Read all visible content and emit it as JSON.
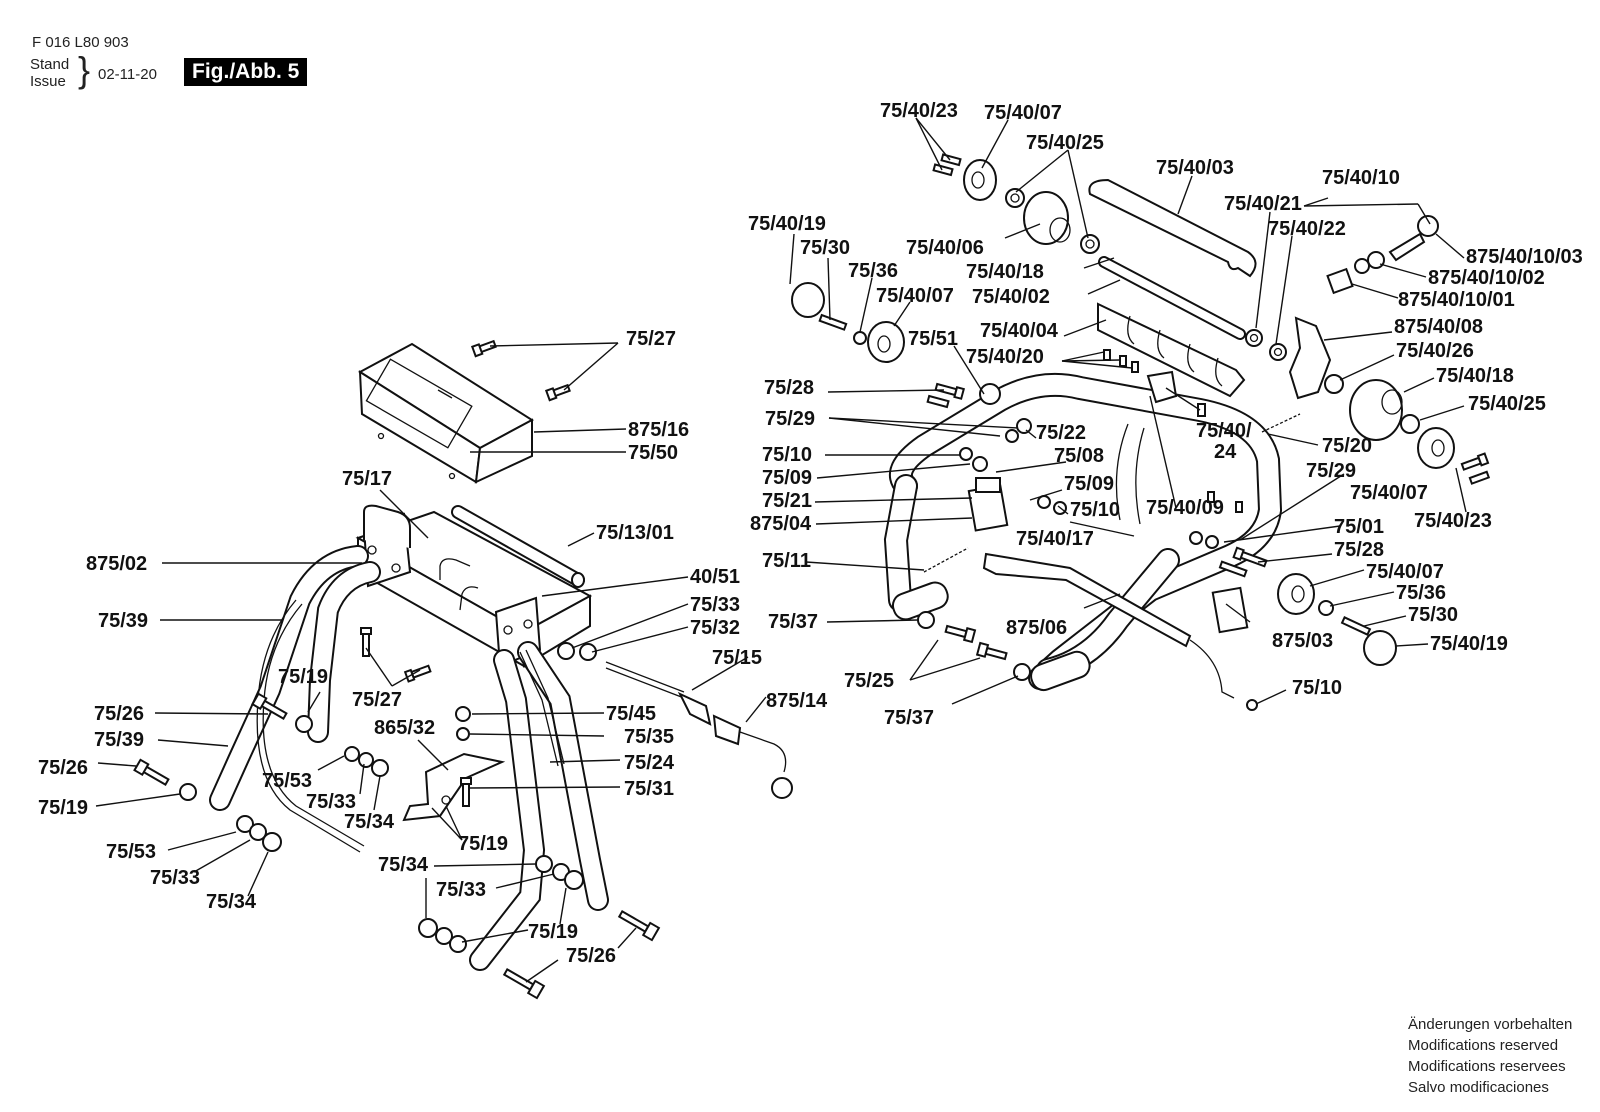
{
  "header": {
    "doc_number": "F 016 L80 903",
    "stand_label": "Stand",
    "issue_label": "Issue",
    "brace": "}",
    "date": "02-11-20",
    "figure": "Fig./Abb. 5"
  },
  "footer": {
    "notes": [
      "Änderungen vorbehalten",
      "Modifications reserved",
      "Modifications reservees",
      "Salvo modificaciones"
    ]
  },
  "labels": [
    "75/40/23",
    "75/40/07",
    "75/40/25",
    "75/40/03",
    "75/40/10",
    "75/40/19",
    "75/40/21",
    "75/40/22",
    "75/30",
    "75/40/06",
    "875/40/10/03",
    "75/36",
    "75/40/18",
    "875/40/10/02",
    "75/40/02",
    "875/40/10/01",
    "75/40/07",
    "75/27",
    "75/51",
    "75/40/04",
    "875/40/08",
    "75/40/20",
    "75/40/26",
    "75/28",
    "75/40/18",
    "875/16",
    "75/29",
    "75/22",
    "75/40/25",
    "75/50",
    "75/40/",
    "24",
    "75/10",
    "75/08",
    "75/20",
    "75/17",
    "75/09",
    "75/09",
    "75/29",
    "75/21",
    "75/40/07",
    "75/10",
    "75/40/09",
    "875/04",
    "75/40/23",
    "75/13/01",
    "75/40/17",
    "75/01",
    "875/02",
    "75/11",
    "75/28",
    "40/51",
    "75/40/07",
    "75/33",
    "75/36",
    "75/39",
    "75/37",
    "75/30",
    "75/32",
    "875/06",
    "875/03",
    "75/40/19",
    "75/15",
    "75/19",
    "75/25",
    "75/27",
    "75/10",
    "875/14",
    "75/26",
    "75/37",
    "75/45",
    "865/32",
    "75/39",
    "75/35",
    "75/26",
    "75/24",
    "75/53",
    "75/33",
    "75/31",
    "75/19",
    "75/34",
    "75/19",
    "75/53",
    "75/34",
    "75/33",
    "75/33",
    "75/34",
    "75/19",
    "75/26"
  ]
}
